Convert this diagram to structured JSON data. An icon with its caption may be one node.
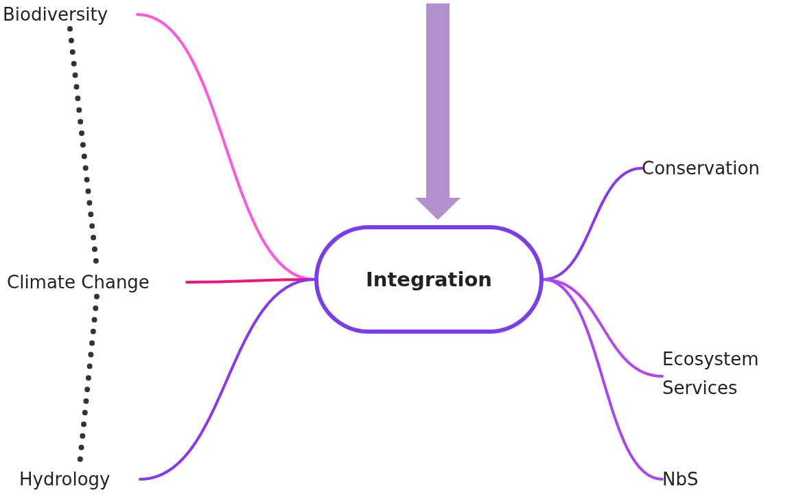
{
  "diagram": {
    "nodes": [
      {
        "text": [
          "Biodiversity"
        ]
      },
      {
        "text": [
          "Climate Change"
        ]
      },
      {
        "text": [
          "Hydrology"
        ]
      },
      {
        "text": [
          "Integration"
        ]
      },
      {
        "text": [
          "Conservation"
        ]
      },
      {
        "text": [
          "Ecosystem Services"
        ]
      },
      {
        "text": [
          "NbS"
        ]
      }
    ],
    "edges": [
      {
        "from": 0,
        "to": 3,
        "arrow": "none",
        "color": "#ff55e0"
      },
      {
        "from": 1,
        "to": 3,
        "arrow": "none",
        "color": "#f01478"
      },
      {
        "from": 2,
        "to": 3,
        "arrow": "none"
      },
      {
        "from": 3,
        "to": 4,
        "arrow": "none"
      },
      {
        "from": 3,
        "to": 5,
        "arrow": "none",
        "color": "#b845f0"
      },
      {
        "from": 3,
        "to": 6,
        "arrow": "none",
        "color": "#a844f0"
      },
      {
        "from": 0,
        "to": 1,
        "arrow": "none",
        "style": "dashed",
        "color": "#333333"
      },
      {
        "from": 1,
        "to": 2,
        "arrow": "none",
        "style": "dashed",
        "color": "#333333"
      },
      {
        "from": null,
        "to": 3,
        "arrow": "to",
        "style": "thick",
        "color": "#b391cf"
      }
    ]
  }
}
